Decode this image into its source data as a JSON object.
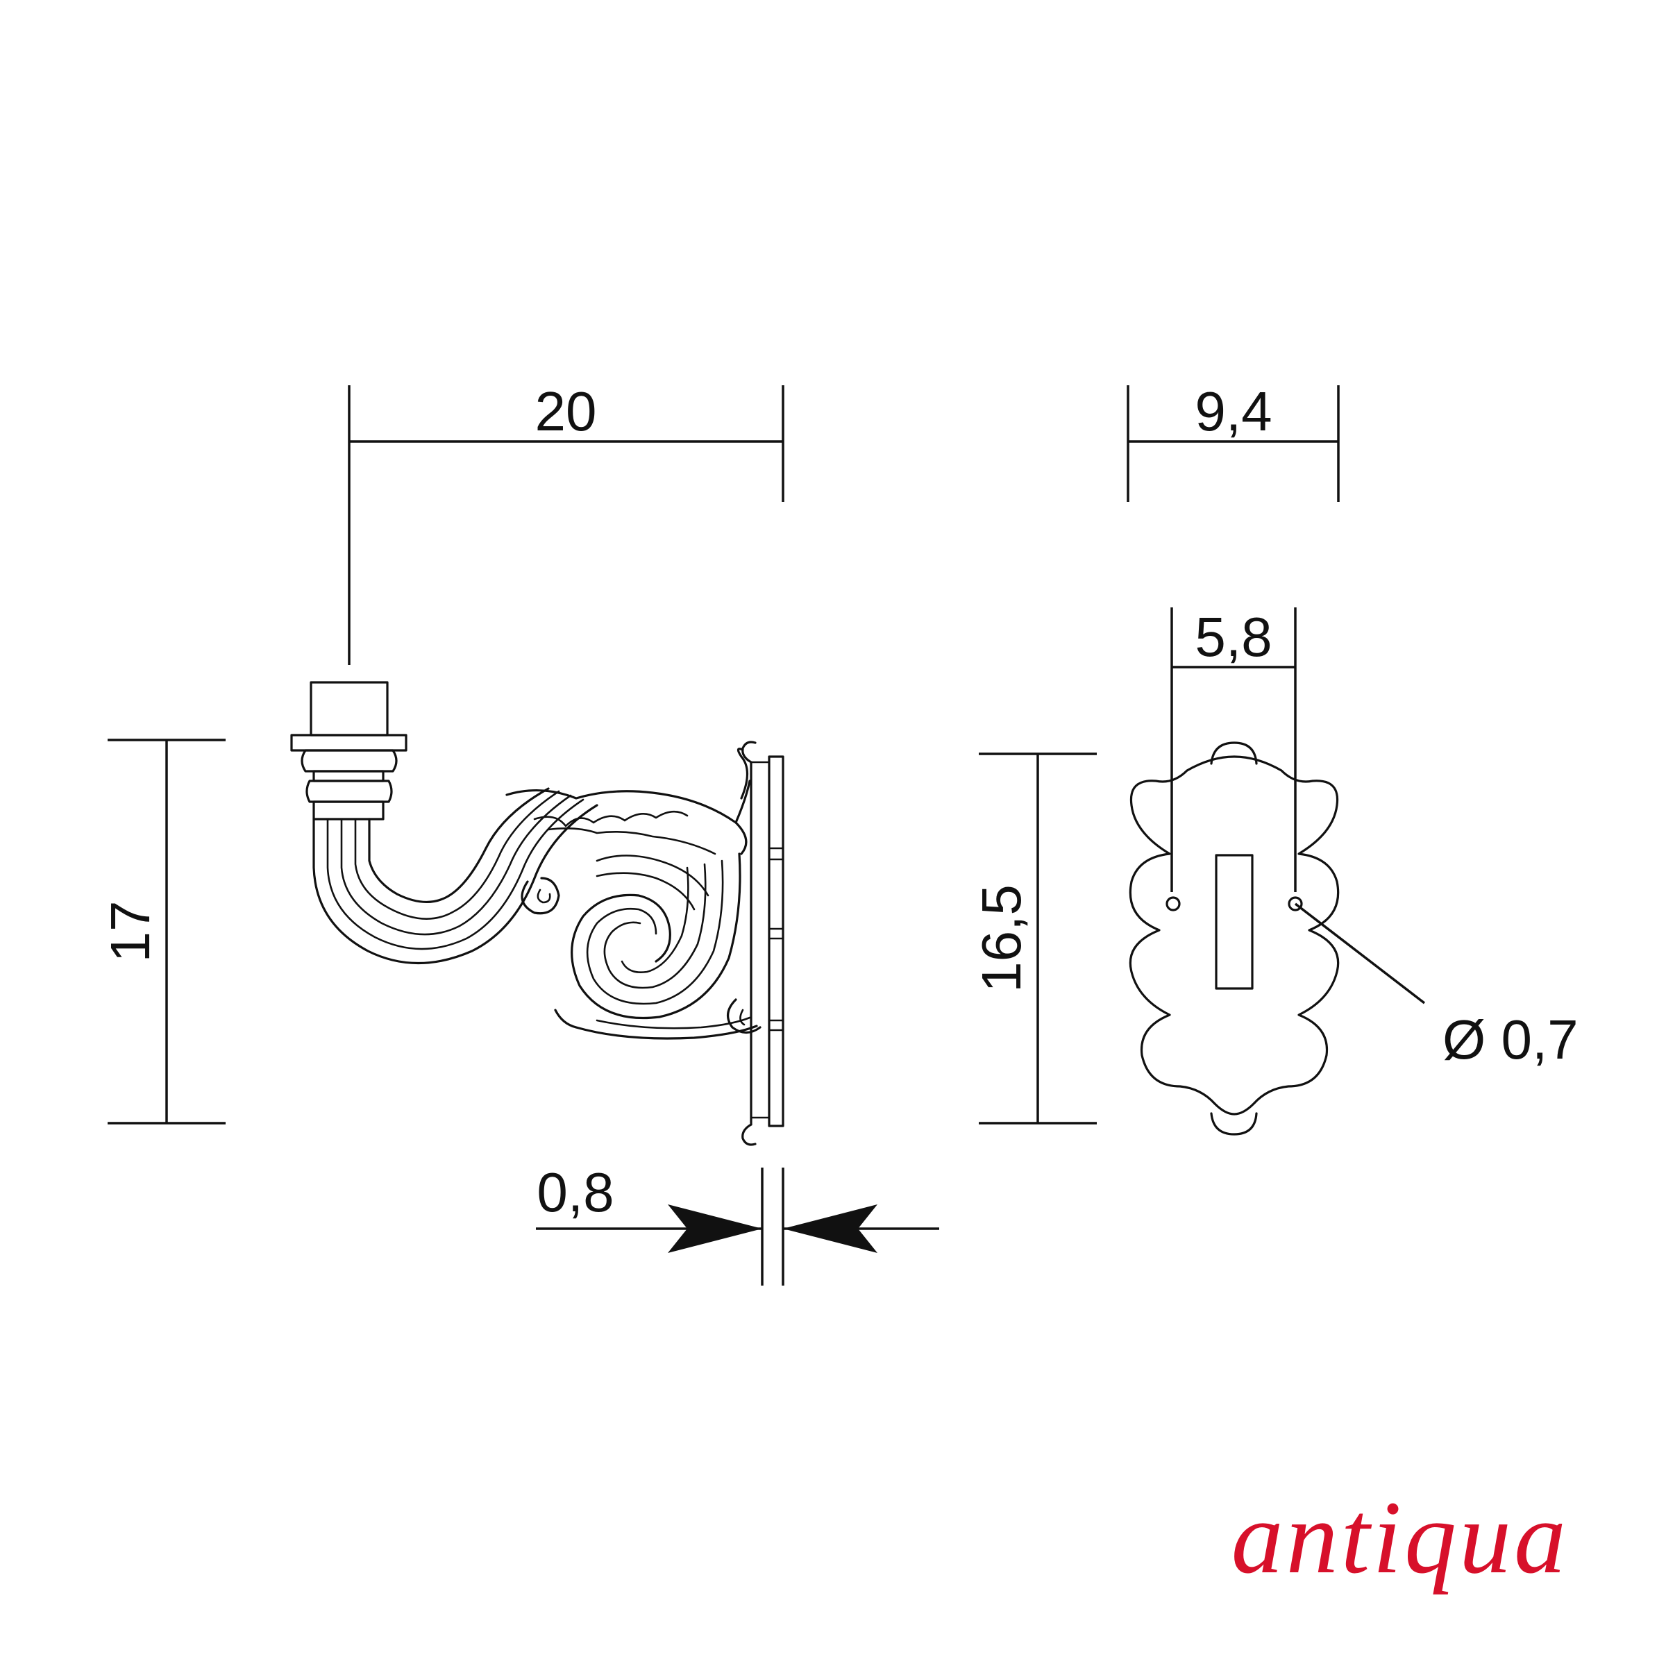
{
  "dimensions": {
    "width_side": "20",
    "height_side": "17",
    "plate_thickness": "0,8",
    "plate_width": "9,4",
    "hole_spacing": "5,8",
    "plate_height": "16,5",
    "hole_diameter": "Ø 0,7"
  },
  "brand": {
    "logo_text": "antiqua",
    "color": "#d7102a"
  }
}
